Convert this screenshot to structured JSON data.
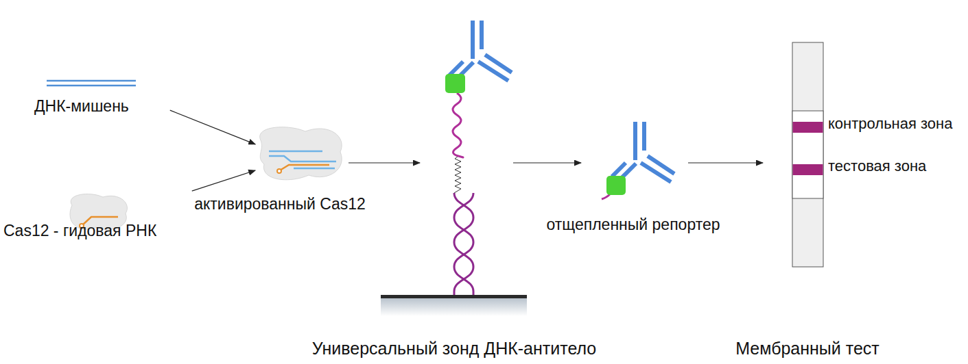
{
  "diagram": {
    "nodes": [
      {
        "text": [
          "ДНК-мишень"
        ]
      },
      {
        "text": [
          "Cas12 - гидовая РНК"
        ]
      },
      {
        "text": [
          "активированный Cas12"
        ]
      },
      {
        "text": [
          "Универсальный зонд ДНК-антитело"
        ]
      },
      {
        "text": [
          "отщепленный репортер"
        ]
      },
      {
        "text": [
          "контрольная зона",
          "тестовая зона",
          "Мембранный тест"
        ]
      }
    ],
    "edges": [
      {
        "from": 0,
        "to": 2,
        "arrow": "to"
      },
      {
        "from": 1,
        "to": 2,
        "arrow": "to"
      },
      {
        "from": 2,
        "to": 3,
        "arrow": "to"
      },
      {
        "from": 3,
        "to": 4,
        "arrow": "to"
      },
      {
        "from": 4,
        "to": 5,
        "arrow": "to"
      }
    ]
  }
}
